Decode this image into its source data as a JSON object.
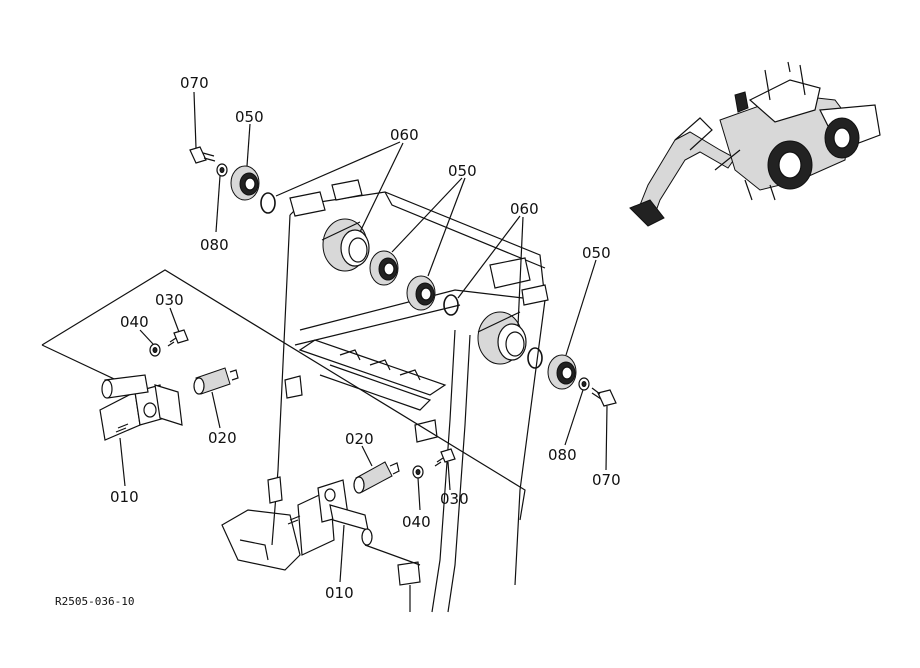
{
  "diagram": {
    "document_code": "R2505-036-10",
    "part_labels": {
      "p010_left": "010",
      "p010_bottom": "010",
      "p020_left": "020",
      "p020_center": "020",
      "p030_left": "030",
      "p030_center": "030",
      "p040_left": "040",
      "p040_center": "040",
      "p050_top": "050",
      "p050_mid": "050",
      "p050_right": "050",
      "p060_top": "060",
      "p060_right": "060",
      "p070_top": "070",
      "p070_bottom": "070",
      "p080_top": "080",
      "p080_bottom": "080"
    }
  }
}
